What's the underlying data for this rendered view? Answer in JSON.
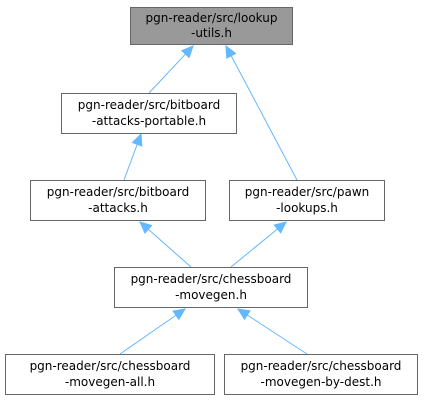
{
  "graph": {
    "nodes": [
      {
        "id": "lookup-utils",
        "lines": [
          "pgn-reader/src/lookup",
          "-utils.h"
        ],
        "highlighted": true
      },
      {
        "id": "attacks-portable",
        "lines": [
          "pgn-reader/src/bitboard",
          "-attacks-portable.h"
        ],
        "highlighted": false
      },
      {
        "id": "attacks",
        "lines": [
          "pgn-reader/src/bitboard",
          "-attacks.h"
        ],
        "highlighted": false
      },
      {
        "id": "pawn-lookups",
        "lines": [
          "pgn-reader/src/pawn",
          "-lookups.h"
        ],
        "highlighted": false
      },
      {
        "id": "movegen",
        "lines": [
          "pgn-reader/src/chessboard",
          "-movegen.h"
        ],
        "highlighted": false
      },
      {
        "id": "movegen-all",
        "lines": [
          "pgn-reader/src/chessboard",
          "-movegen-all.h"
        ],
        "highlighted": false
      },
      {
        "id": "movegen-by-dest",
        "lines": [
          "pgn-reader/src/chessboard",
          "-movegen-by-dest.h"
        ],
        "highlighted": false
      }
    ],
    "edges": [
      {
        "from": "attacks-portable",
        "to": "lookup-utils"
      },
      {
        "from": "pawn-lookups",
        "to": "lookup-utils"
      },
      {
        "from": "attacks",
        "to": "attacks-portable"
      },
      {
        "from": "movegen",
        "to": "attacks"
      },
      {
        "from": "movegen",
        "to": "pawn-lookups"
      },
      {
        "from": "movegen-all",
        "to": "movegen"
      },
      {
        "from": "movegen-by-dest",
        "to": "movegen"
      }
    ],
    "colors": {
      "edge": "#63b8ff",
      "highlight_fill": "#999999",
      "border": "#666666"
    }
  }
}
